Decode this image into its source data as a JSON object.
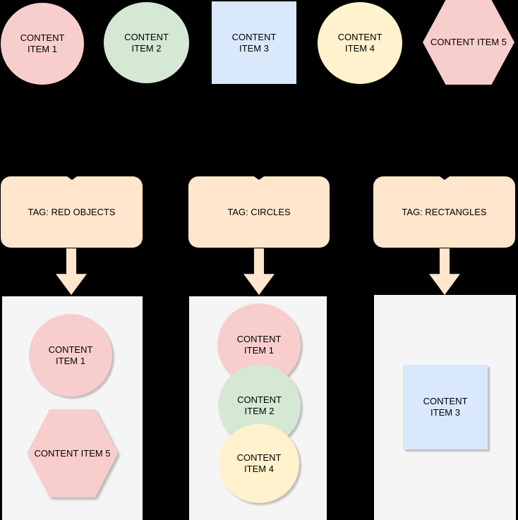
{
  "diagram": {
    "background_color": "#000000",
    "text_color": "#000000",
    "panel_color": "#f5f5f5",
    "tag_color": "#ffe6cc",
    "top_items": [
      {
        "label": "CONTENT ITEM 1",
        "shape": "circle",
        "fill": "#f8cecc"
      },
      {
        "label": "CONTENT ITEM 2",
        "shape": "circle",
        "fill": "#d5e8d4"
      },
      {
        "label": "CONTENT ITEM 3",
        "shape": "square",
        "fill": "#dae8fc"
      },
      {
        "label": "CONTENT ITEM 4",
        "shape": "circle",
        "fill": "#fff2cc"
      },
      {
        "label": "CONTENT ITEM 5",
        "shape": "hexagon",
        "fill": "#f8cecc"
      }
    ],
    "tags": [
      {
        "label": "TAG: RED OBJECTS"
      },
      {
        "label": "TAG: CIRCLES"
      },
      {
        "label": "TAG: RECTANGLES"
      }
    ],
    "groups": [
      {
        "tag": "TAG: RED OBJECTS",
        "items": [
          {
            "label": "CONTENT ITEM 1",
            "shape": "circle",
            "fill": "#f8cecc"
          },
          {
            "label": "CONTENT ITEM 5",
            "shape": "hexagon",
            "fill": "#f8cecc"
          }
        ]
      },
      {
        "tag": "TAG: CIRCLES",
        "items": [
          {
            "label": "CONTENT ITEM 1",
            "shape": "circle",
            "fill": "#f8cecc"
          },
          {
            "label": "CONTENT ITEM 2",
            "shape": "circle",
            "fill": "#d5e8d4"
          },
          {
            "label": "CONTENT ITEM 4",
            "shape": "circle",
            "fill": "#fff2cc"
          }
        ]
      },
      {
        "tag": "TAG: RECTANGLES",
        "items": [
          {
            "label": "CONTENT ITEM 3",
            "shape": "square",
            "fill": "#dae8fc"
          }
        ]
      }
    ]
  }
}
